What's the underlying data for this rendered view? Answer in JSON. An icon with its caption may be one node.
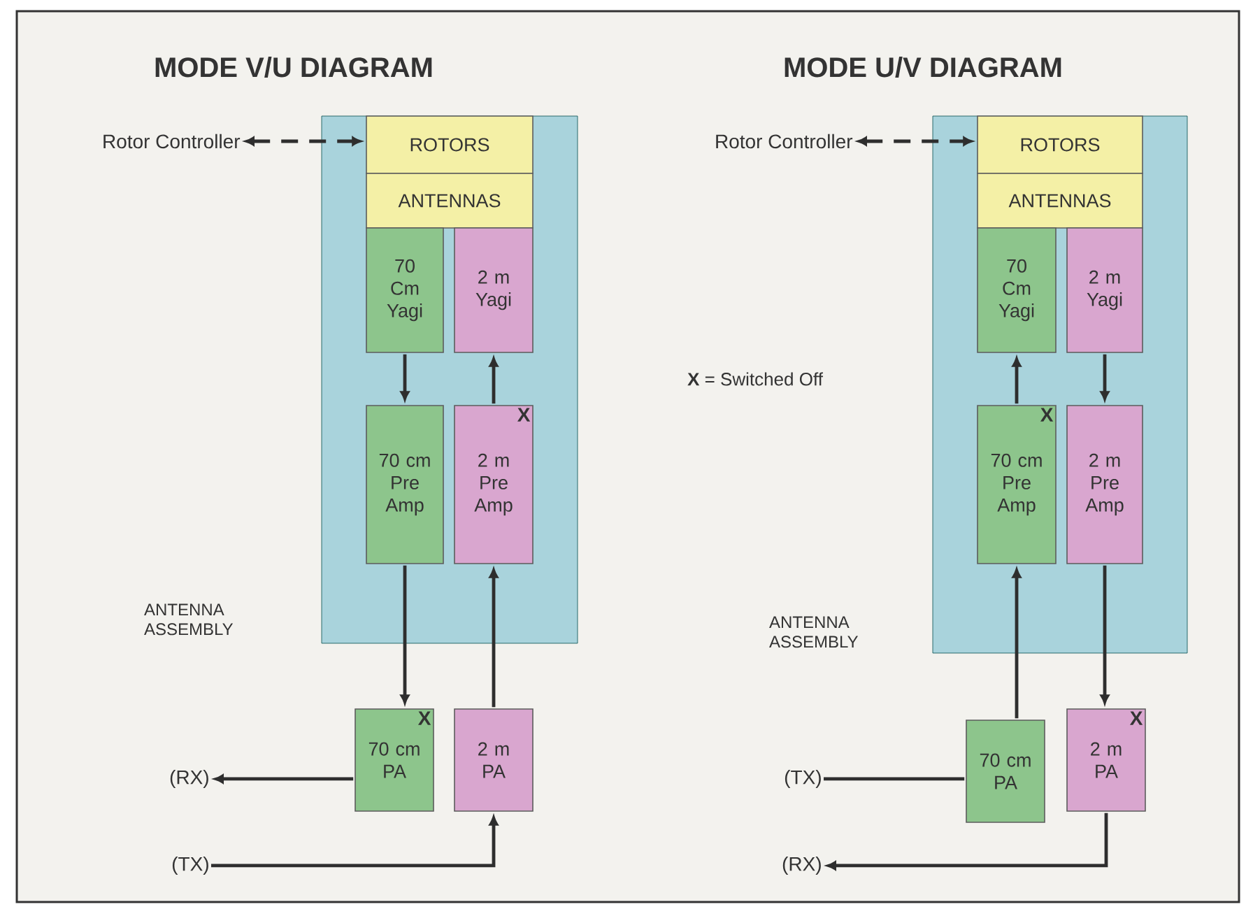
{
  "diagram": {
    "nodes": [
      {
        "text": [],
        "shape": "box"
      },
      {
        "text": [
          "ROTORS"
        ],
        "in": 0
      },
      {
        "text": [
          "ANTENNAS"
        ],
        "in": 0
      },
      {
        "text": [
          "70 Cm Yagi"
        ],
        "in": 0
      },
      {
        "text": [
          "2 m Yagi"
        ],
        "in": 0
      },
      {
        "text": [
          "70 cm Pre Amp"
        ],
        "in": 0
      },
      {
        "text": [
          "X",
          "2 m Pre Amp"
        ],
        "in": 0
      },
      {
        "text": [
          "X",
          "70 cm PA"
        ]
      },
      {
        "text": [
          "2 m PA"
        ]
      },
      {
        "text": [
          "Rotor Controller"
        ]
      },
      {
        "text": [
          "(RX)"
        ]
      },
      {
        "text": [
          "(TX)"
        ]
      },
      {
        "text": [],
        "shape": "box"
      },
      {
        "text": [
          "ROTORS"
        ],
        "in": 12
      },
      {
        "text": [
          "ANTENNAS"
        ],
        "in": 12
      },
      {
        "text": [
          "70 Cm Yagi"
        ],
        "in": 12
      },
      {
        "text": [
          "2 m Yagi"
        ],
        "in": 12
      },
      {
        "text": [
          "X",
          "70 cm Pre Amp"
        ],
        "in": 12
      },
      {
        "text": [
          "2 m Pre Amp"
        ],
        "in": 12
      },
      {
        "text": [
          "70 cm PA"
        ]
      },
      {
        "text": [
          "X",
          "2 m PA"
        ]
      },
      {
        "text": [
          "Rotor Controller"
        ]
      },
      {
        "text": [
          "(TX)"
        ]
      },
      {
        "text": [
          "(RX)"
        ]
      }
    ],
    "edges": [
      {
        "from": 9,
        "to": 1,
        "arrow": "both",
        "style": "dashed"
      },
      {
        "from": 3,
        "to": 5,
        "arrow": "to"
      },
      {
        "from": 6,
        "to": 4,
        "arrow": "to"
      },
      {
        "from": 5,
        "to": 7,
        "arrow": "to"
      },
      {
        "from": 8,
        "to": 6,
        "arrow": "to"
      },
      {
        "from": 7,
        "to": 10,
        "arrow": "to"
      },
      {
        "from": 11,
        "to": 8,
        "arrow": "to"
      },
      {
        "from": 21,
        "to": 13,
        "arrow": "both",
        "style": "dashed"
      },
      {
        "from": 17,
        "to": 15,
        "arrow": "to"
      },
      {
        "from": 16,
        "to": 18,
        "arrow": "to"
      },
      {
        "from": 19,
        "to": 17,
        "arrow": "to"
      },
      {
        "from": 18,
        "to": 20,
        "arrow": "to"
      },
      {
        "from": 22,
        "to": 19,
        "arrow": "none"
      },
      {
        "from": 20,
        "to": 23,
        "arrow": "to"
      }
    ],
    "labels": [
      "MODE V/U DIAGRAM",
      "MODE U/V DIAGRAM",
      "**X** = Switched Off",
      "ANTENNA ASSEMBLY",
      "ANTENNA ASSEMBLY"
    ]
  }
}
